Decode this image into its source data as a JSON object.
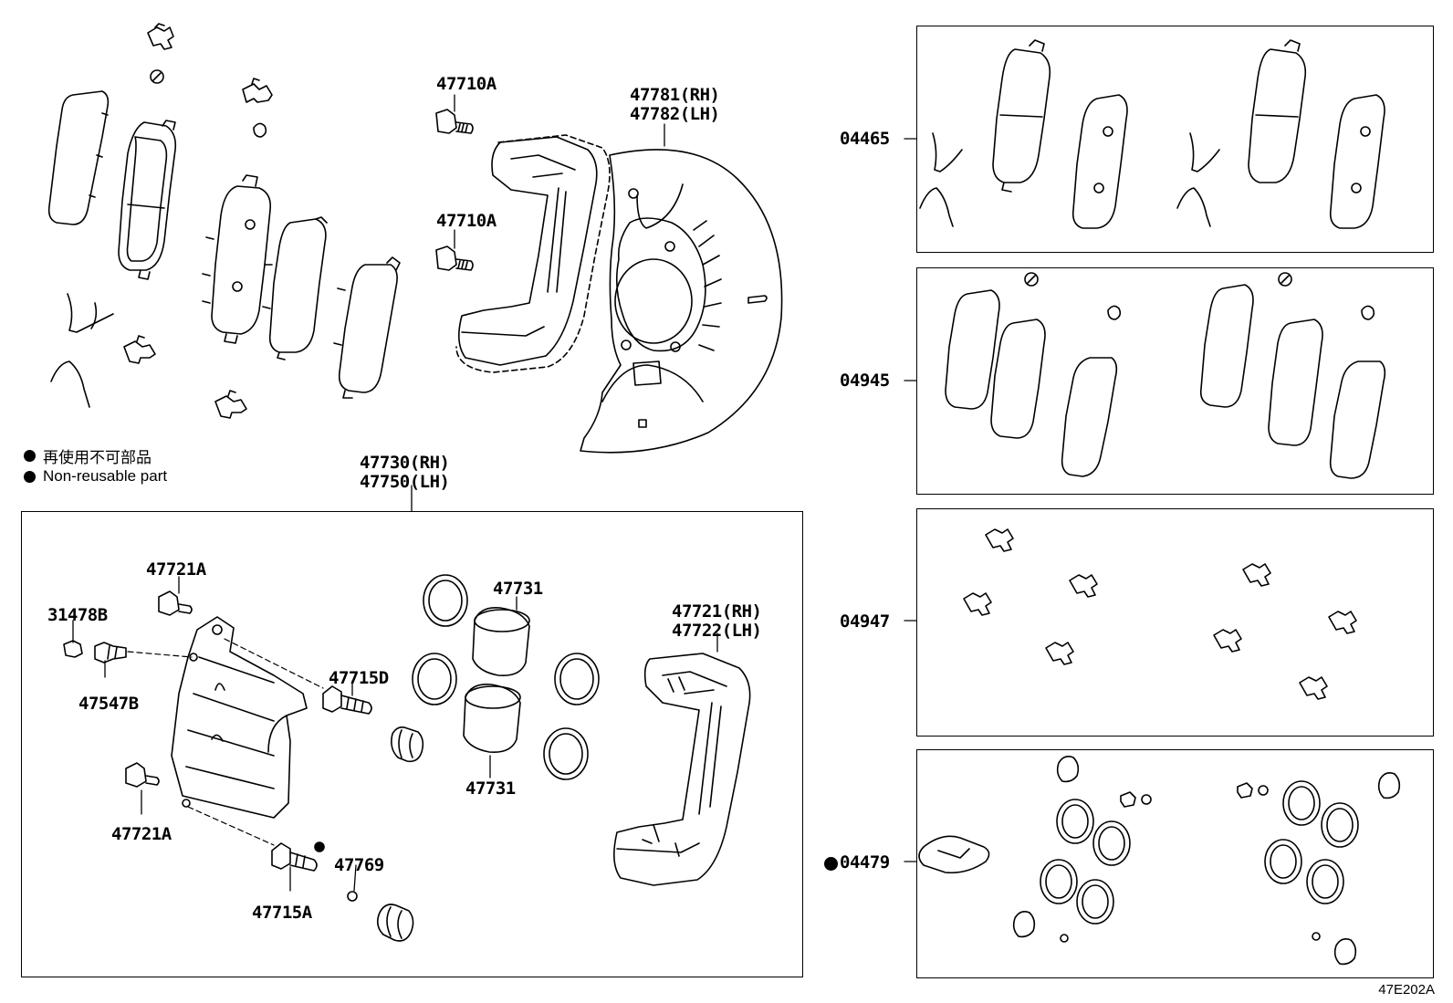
{
  "legend": [
    {
      "text": "再使用不可部品"
    },
    {
      "text": "Non-reusable part"
    }
  ],
  "labels": {
    "p47710A_top": "47710A",
    "p47710A_mid": "47710A",
    "p47781": "47781(RH)",
    "p47782": "47782(LH)",
    "p47730": "47730(RH)",
    "p47750": "47750(LH)",
    "p47721A_top": "47721A",
    "p31478B": "31478B",
    "p47547B": "47547B",
    "p47715D": "47715D",
    "p47731_top": "47731",
    "p47731_bot": "47731",
    "p47721": "47721(RH)",
    "p47722": "47722(LH)",
    "p47721A_bot": "47721A",
    "p47769": "47769",
    "p47715A": "47715A"
  },
  "kits": [
    {
      "code": "04465",
      "non_reusable": false
    },
    {
      "code": "04945",
      "non_reusable": false
    },
    {
      "code": "04947",
      "non_reusable": false
    },
    {
      "code": "04479",
      "non_reusable": true
    }
  ],
  "reference": "47E202A"
}
